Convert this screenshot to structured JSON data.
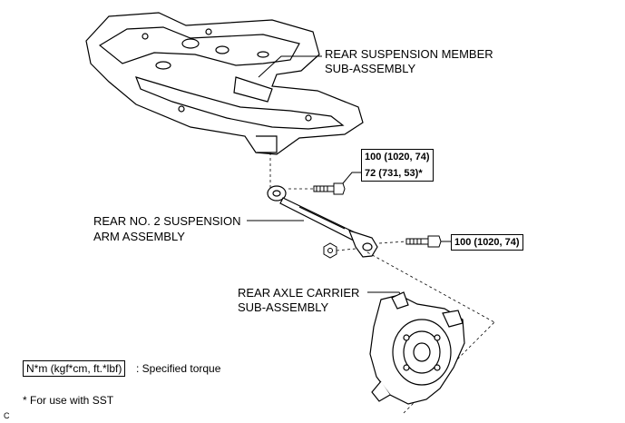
{
  "labels": {
    "member_line1": "REAR SUSPENSION MEMBER",
    "member_line2": "SUB-ASSEMBLY",
    "arm_line1": "REAR NO. 2 SUSPENSION",
    "arm_line2": "ARM ASSEMBLY",
    "carrier_line1": "REAR AXLE CARRIER",
    "carrier_line2": "SUB-ASSEMBLY"
  },
  "torque_upper": {
    "value1": "100 (1020, 74)",
    "value2": "72 (731, 53)*"
  },
  "torque_lower": {
    "value1": "100 (1020, 74)"
  },
  "legend": {
    "unit_box": "N*m (kgf*cm, ft.*lbf)",
    "unit_text": ": Specified torque",
    "footnote": "* For use with SST"
  },
  "corner_code": "C"
}
